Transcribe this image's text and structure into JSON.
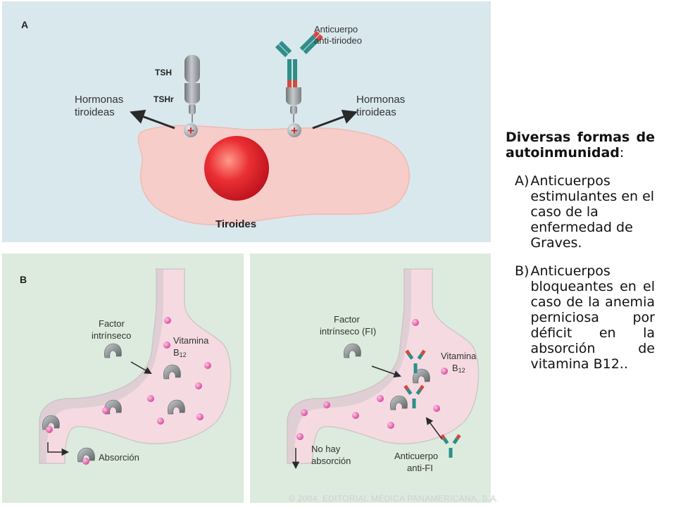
{
  "panel_a": {
    "letter": "A",
    "tsh_label": "TSH",
    "tshr_label": "TSHr",
    "antibody_label_line1": "Anticuerpo",
    "antibody_label_line2": "anti-tiriodeo",
    "hormones_left_line1": "Hormonas",
    "hormones_left_line2": "tiroideas",
    "hormones_right_line1": "Hormonas",
    "hormones_right_line2": "tiroideas",
    "cell_label": "Tiroides",
    "plus_sign": "+"
  },
  "panel_b": {
    "letter": "B",
    "left": {
      "factor_line1": "Factor",
      "factor_line2": "intrínseco",
      "vitamin_line1": "Vitamina",
      "vitamin_b": "B",
      "vitamin_sub": "12",
      "absorption": "Absorción"
    },
    "right": {
      "factor_line1": "Factor",
      "factor_line2": "intrínseco (FI)",
      "vitamin_line1": "Vitamina",
      "vitamin_b": "B",
      "vitamin_sub": "12",
      "no_absorption_line1": "No hay",
      "no_absorption_line2": "absorción",
      "antibody_line1": "Anticuerpo",
      "antibody_line2": "anti-FI"
    }
  },
  "credit": "© 2004, EDITORIAL MÉDICA PANAMERICANA, S.A.",
  "text_panel": {
    "heading_bold": "Diversas formas de autoinmunidad",
    "heading_colon": ":",
    "item_a_marker": "A)",
    "item_a_text": "Anticuerpos estimulantes en el caso de la enfermedad de Graves.",
    "item_b_marker": "B)",
    "item_b_text": "Anticuerpos bloqueantes en el caso de la anemia perniciosa por déficit en la absorción de vitamina B12.."
  },
  "colors": {
    "panel_a_bg": "#d9e8ec",
    "panel_b_bg": "#dcebdd",
    "cell": "#f6cdc9",
    "nucleus": "#e8262d",
    "receptor_gray": "#8e9396",
    "antibody_teal": "#2f8e89",
    "antibody_red": "#d8473f",
    "vitamin_pink": "#e45aa7",
    "stomach_fill": "#f5dbe1",
    "arrow": "#2a2a2a"
  }
}
